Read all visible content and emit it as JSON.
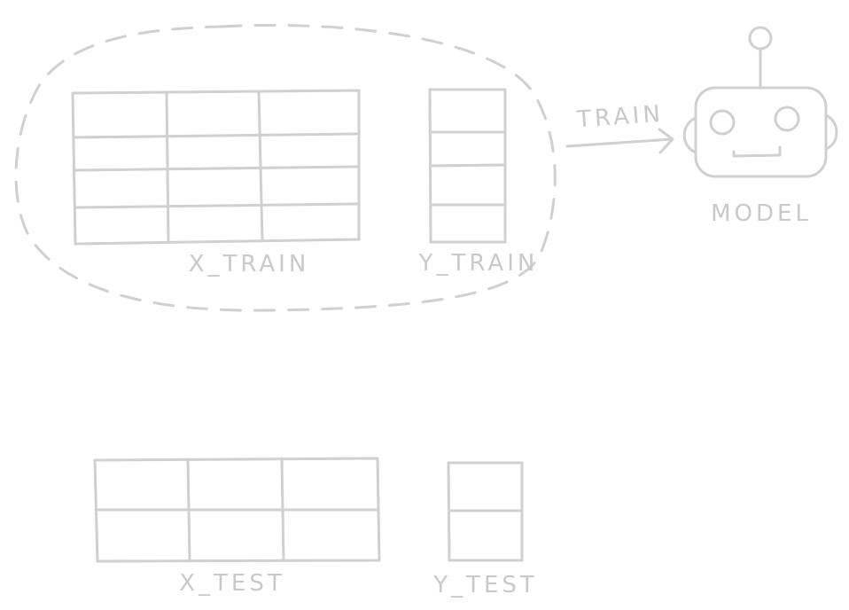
{
  "diagram": {
    "train_group": {
      "x_train": {
        "label": "X_TRAIN",
        "rows": 4,
        "cols": 3
      },
      "y_train": {
        "label": "Y_TRAIN",
        "rows": 4,
        "cols": 1
      }
    },
    "arrow": {
      "label": "TRAIN"
    },
    "model": {
      "label": "MODEL",
      "icon": "robot-icon"
    },
    "test_group": {
      "x_test": {
        "label": "X_TEST",
        "rows": 2,
        "cols": 3
      },
      "y_test": {
        "label": "Y_TEST",
        "rows": 2,
        "cols": 1
      }
    },
    "colors": {
      "stroke": "#d0d0d0",
      "text": "#c9c9c9",
      "background": "#ffffff"
    }
  }
}
